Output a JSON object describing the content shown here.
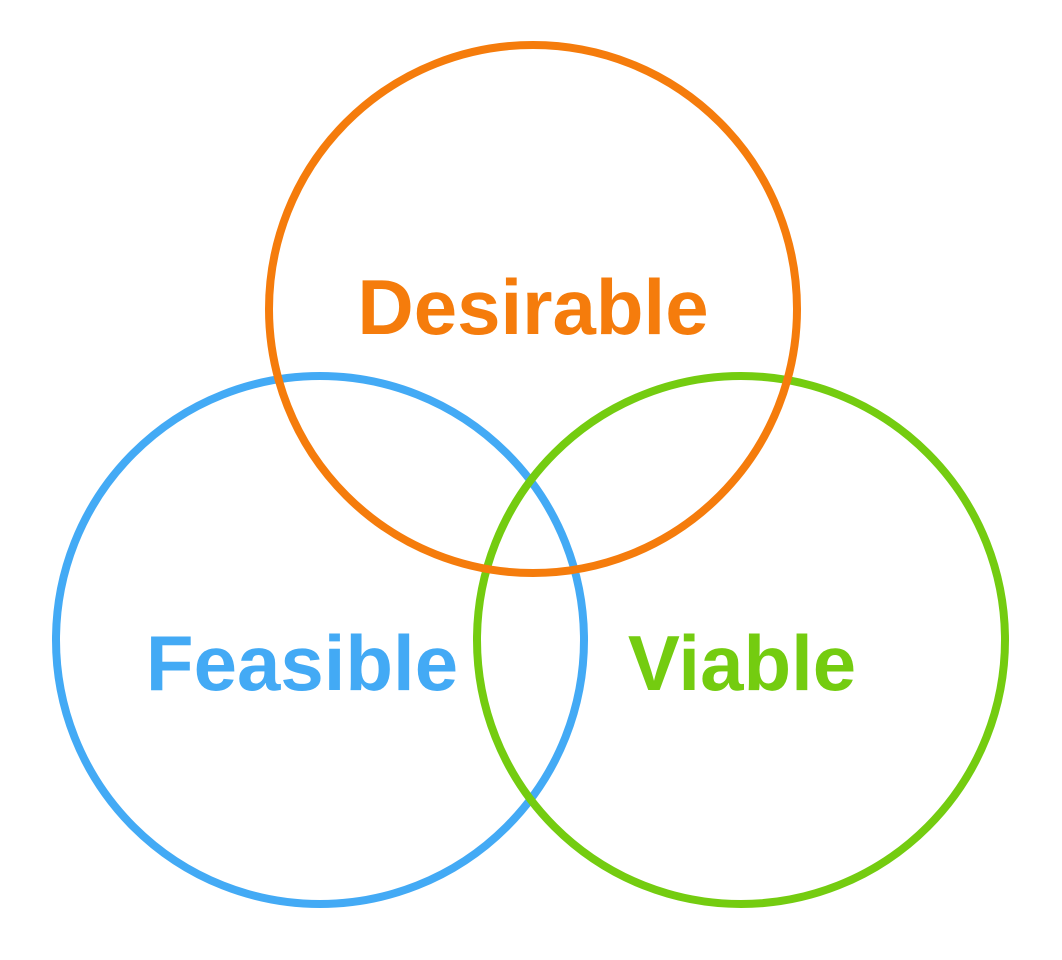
{
  "diagram": {
    "circles": [
      {
        "id": "desirable",
        "label": "Desirable",
        "color": "#f57c0c"
      },
      {
        "id": "feasible",
        "label": "Feasible",
        "color": "#43aaf5"
      },
      {
        "id": "viable",
        "label": "Viable",
        "color": "#74cc10"
      }
    ]
  }
}
